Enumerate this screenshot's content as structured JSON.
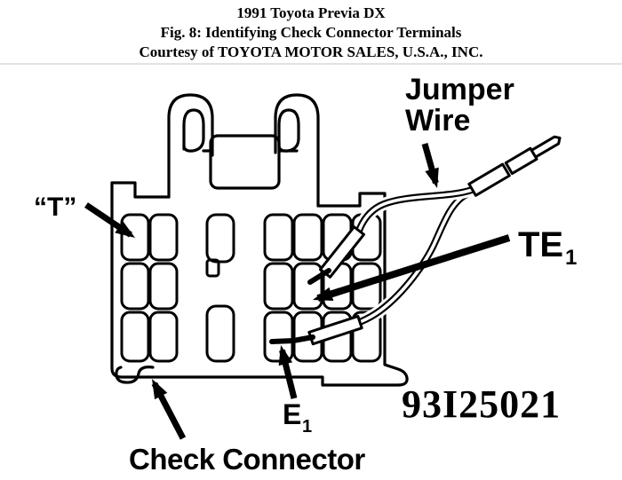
{
  "header": {
    "line1": "1991 Toyota Previa DX",
    "line2": "Fig. 8: Identifying Check Connector Terminals",
    "line3": "Courtesy of TOYOTA MOTOR SALES, U.S.A., INC."
  },
  "diagram": {
    "labels": {
      "t_terminal": "“T”",
      "jumper_wire_line1": "Jumper",
      "jumper_wire_line2": "Wire",
      "te1_main": "TE",
      "te1_sub": "1",
      "e1_main": "E",
      "e1_sub": "1",
      "check_connector": "Check Connector",
      "figure_code": "93I25021"
    },
    "colors": {
      "ink": "#000000",
      "paper": "#ffffff"
    }
  }
}
